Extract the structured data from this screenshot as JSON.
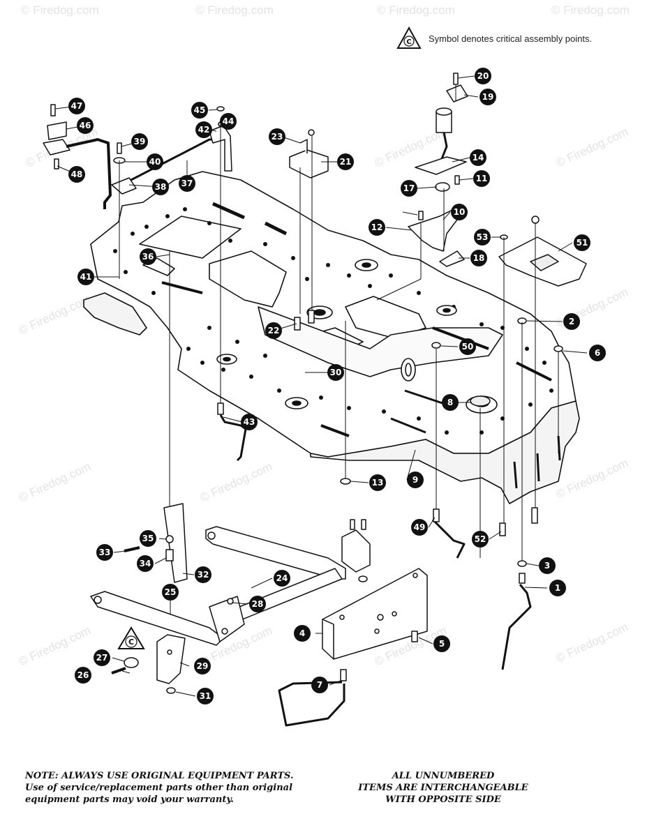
{
  "legend": {
    "symbol": "C",
    "text": "Symbol denotes critical assembly points."
  },
  "watermark": "© Firedog.com",
  "callouts": [
    "1",
    "2",
    "3",
    "4",
    "5",
    "6",
    "7",
    "8",
    "9",
    "10",
    "11",
    "12",
    "13",
    "14",
    "17",
    "18",
    "19",
    "20",
    "21",
    "22",
    "23",
    "24",
    "25",
    "26",
    "27",
    "28",
    "29",
    "30",
    "31",
    "32",
    "33",
    "34",
    "35",
    "36",
    "37",
    "38",
    "39",
    "40",
    "41",
    "42",
    "43",
    "44",
    "45",
    "46",
    "47",
    "48",
    "49",
    "50",
    "51",
    "52",
    "53"
  ],
  "notes": {
    "left": "NOTE: ALWAYS USE ORIGINAL EQUIPMENT PARTS. Use of service/replacement parts other than original equipment parts may void your warranty.",
    "right_line1": "ALL UNNUMBERED",
    "right_line2": "ITEMS ARE INTERCHANGEABLE",
    "right_line3": "WITH OPPOSITE SIDE"
  }
}
